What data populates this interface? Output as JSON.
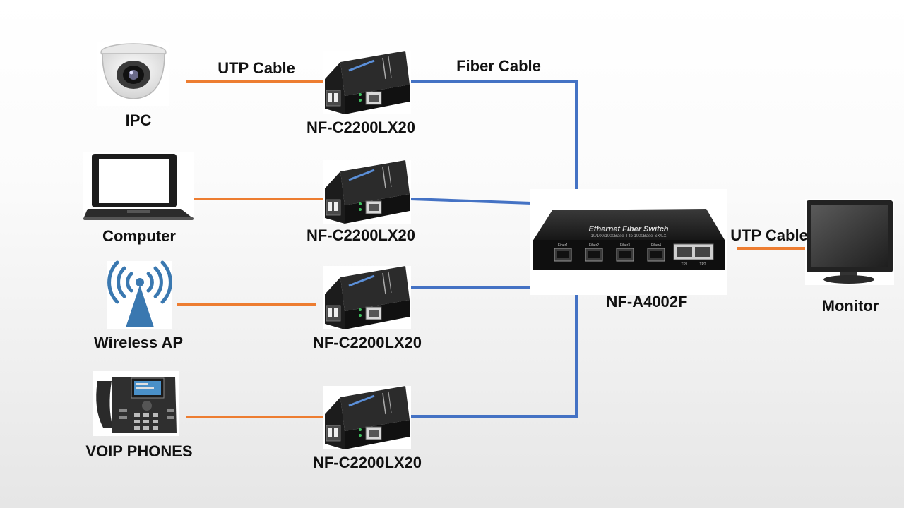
{
  "devices": {
    "ipc": "IPC",
    "computer": "Computer",
    "wireless_ap": "Wireless AP",
    "voip": "VOIP PHONES",
    "monitor": "Monitor"
  },
  "converters": [
    {
      "model": "NF-C2200LX20"
    },
    {
      "model": "NF-C2200LX20"
    },
    {
      "model": "NF-C2200LX20"
    },
    {
      "model": "NF-C2200LX20"
    }
  ],
  "switch": {
    "model": "NF-A4002F",
    "title": "Ethernet Fiber Switch",
    "subtitle": "10/100/1000Base-T to 1000Base-SX/LX",
    "fiber_ports": [
      "Fiber1",
      "Fiber2",
      "Fiber3",
      "Fiber4"
    ],
    "rj45_ports": [
      "TP1",
      "TP2"
    ]
  },
  "cables": {
    "utp_top": "UTP Cable",
    "fiber_top": "Fiber Cable",
    "utp_right": "UTP Cable"
  },
  "colors": {
    "utp": "#ed7d31",
    "fiber": "#4472c4"
  }
}
